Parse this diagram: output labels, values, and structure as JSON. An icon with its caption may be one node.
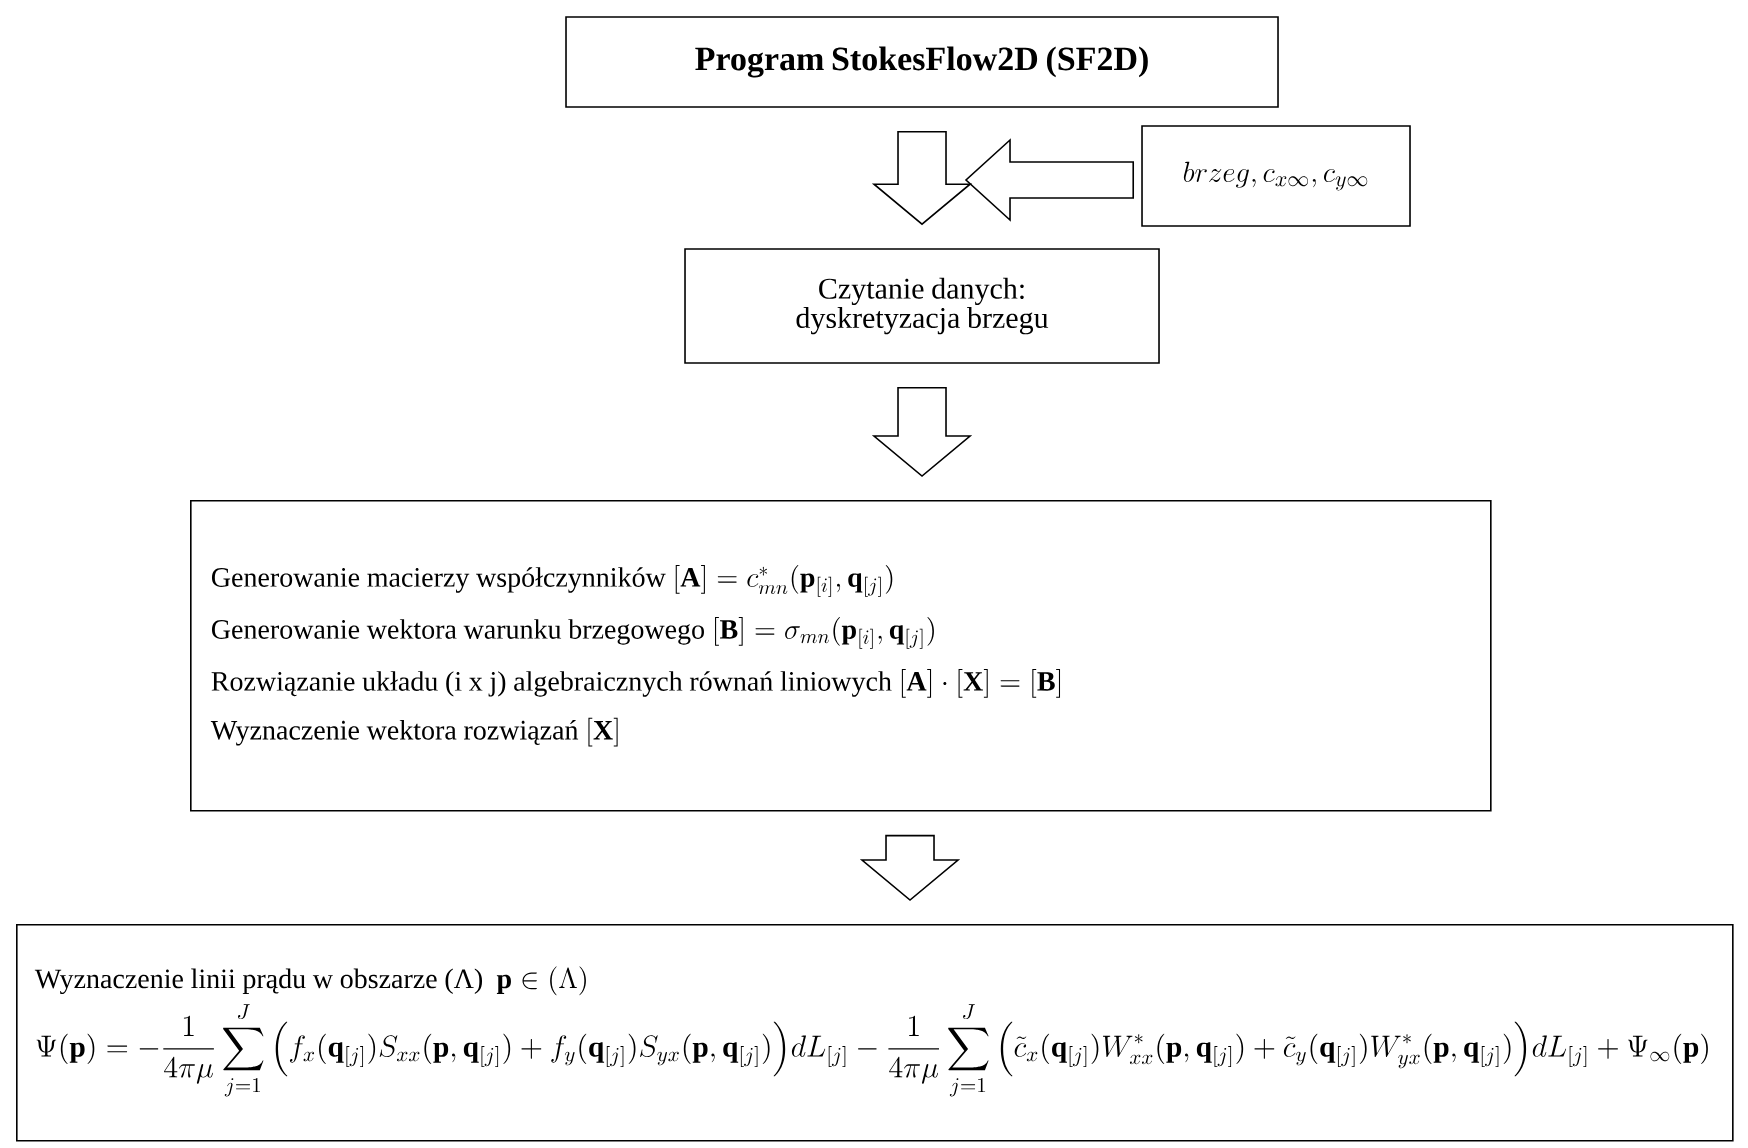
{
  "diagram": {
    "nodes": [
      {
        "text": [
          "Program StokesFlow2D (SF2D)"
        ]
      },
      {
        "text": [
          "brzeg, c_{x\\infty}, c_{y\\infty}"
        ]
      },
      {
        "text": [
          "Czytanie danych: dyskretyzacja brzegu"
        ]
      },
      {
        "text": [
          "Generowanie macierzy współczynników",
          "\\left[\\mathbf{A}\\right]=c^{*}_{mn}(\\mathbf{p}_{[i]},\\mathbf{q}_{[j]})",
          "Generowanie wektora warunku brzegowego",
          "\\left[\\mathbf{B}\\right]=\\sigma_{mn}(\\mathbf{p}_{[i]},\\mathbf{q}_{[j]})",
          "Rozwiązanie układu (i x j) algebraicznych równań liniowych",
          "\\left[\\mathbf{A}\\right]\\cdot\\left[\\mathbf{X}\\right]=\\left[\\mathbf{B}\\right]",
          "Wyznaczenie wektora rozwiązań",
          "\\left[\\mathbf{X}\\right]"
        ]
      },
      {
        "text": [
          "Wyznaczenie linii prądu w obszarze (Λ)",
          "\\mathbf{p}\\in(\\Lambda)",
          "\\Psi(\\mathbf{p})=-\\frac{1}{4\\pi\\mu}\\sum_{j=1}^{J}\\Big(f_x(\\mathbf{q}_{[j]})S_{xx}(\\mathbf{p},\\mathbf{q}_{[j]})+f_y(\\mathbf{q}_{[j]})S_{yx}(\\mathbf{p},\\mathbf{q}_{[j]})\\Big)dL_{[j]}-\\frac{1}{4\\pi\\mu}\\sum_{j=1}^{J}\\Big(\\tilde{c}_x(\\mathbf{q}_{[j]})W^{*}_{xx}(\\mathbf{p},\\mathbf{q}_{[j]})+\\tilde{c}_y(\\mathbf{q}_{[j]})W^{*}_{yx}(\\mathbf{p},\\mathbf{q}_{[j]})\\Big)dL_{[j]}+\\Psi_{\\infty}(\\mathbf{p})"
        ]
      }
    ],
    "edges": [
      {
        "from": 0,
        "to": 2,
        "arrow": "to"
      },
      {
        "from": 1,
        "to": null,
        "arrow": "to"
      },
      {
        "from": 2,
        "to": 3,
        "arrow": "to"
      },
      {
        "from": 3,
        "to": 4,
        "arrow": "to"
      }
    ]
  }
}
